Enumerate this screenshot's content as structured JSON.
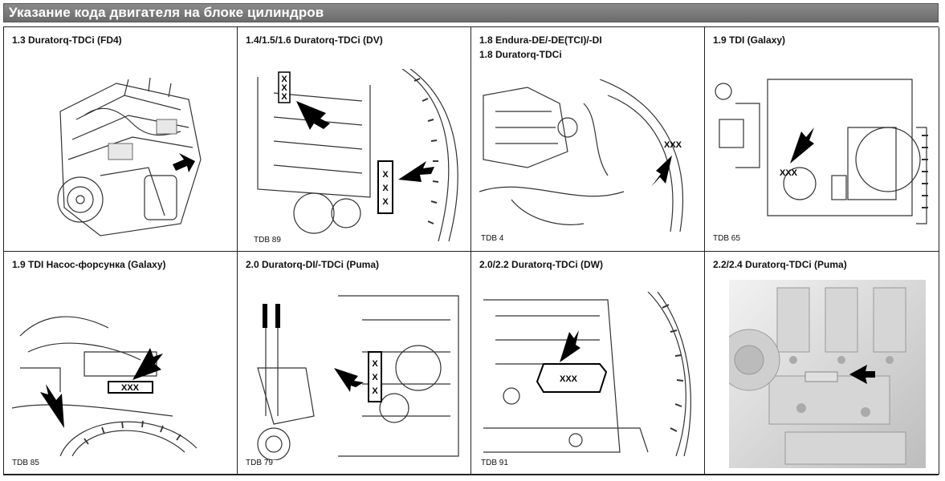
{
  "page": {
    "title": "Указание кода двигателя на блоке цилиндров"
  },
  "panels": [
    {
      "title": "1.3 Duratorq-TDCi (FD4)",
      "tdb": ""
    },
    {
      "title": "1.4/1.5/1.6 Duratorq-TDCi (DV)",
      "tdb": "TDB 89"
    },
    {
      "title": "1.8 Endura-DE/-DE(TCI)/-DI\n1.8 Duratorq-TDCi",
      "tdb": "TDB 4"
    },
    {
      "title": "1.9 TDI (Galaxy)",
      "tdb": "TDB 65"
    },
    {
      "title": "1.9 TDI Насос-форсунка  (Galaxy)",
      "tdb": "TDB 85"
    },
    {
      "title": "2.0 Duratorq-DI/-TDCi (Puma)",
      "tdb": "TDB 79"
    },
    {
      "title": "2.0/2.2 Duratorq-TDCi (DW)",
      "tdb": "TDB 91"
    },
    {
      "title": "2.2/2.4 Duratorq-TDCi (Puma)",
      "tdb": ""
    }
  ],
  "markers": {
    "code": "XXX"
  },
  "colors": {
    "title_bar": "#7a7a7a",
    "title_text": "#ffffff",
    "grid_line": "#222222"
  }
}
